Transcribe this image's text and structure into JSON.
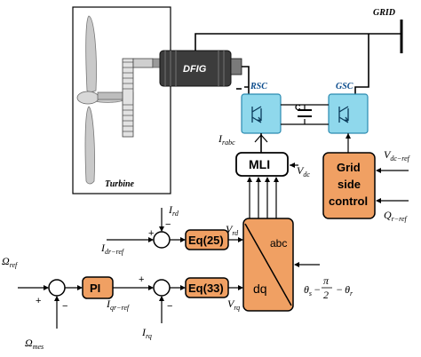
{
  "labels": {
    "grid": "GRID",
    "dfig": "DFIG",
    "turbine": "Turbine",
    "rsc": "RSC",
    "gsc": "GSC",
    "capacitor": "C",
    "mli": "MLI",
    "grid_side_control_line1": "Grid",
    "grid_side_control_line2": "side",
    "grid_side_control_line3": "control",
    "eq25": "Eq(25)",
    "eq33": "Eq(33)",
    "pi": "PI",
    "abc": "abc",
    "dq": "dq"
  },
  "signals": {
    "i_rabc": {
      "main": "I",
      "sub": "rabc"
    },
    "v_dc": {
      "main": "V",
      "sub": "dc"
    },
    "v_dc_ref": {
      "main": "V",
      "sub": "dc−ref"
    },
    "q_r_ref": {
      "main": "Q",
      "sub": "r−ref"
    },
    "i_rd": {
      "main": "I",
      "sub": "rd"
    },
    "i_dr_ref": {
      "main": "I",
      "sub": "dr−ref"
    },
    "v_rd": {
      "main": "V",
      "sub": "rd"
    },
    "omega_ref": {
      "main": "Ω",
      "sub": "ref"
    },
    "omega_mes": {
      "main": "Ω",
      "sub": "mes"
    },
    "i_qr_ref": {
      "main": "I",
      "sub": "qr−ref"
    },
    "i_rq": {
      "main": "I",
      "sub": "rq"
    },
    "v_rq": {
      "main": "V",
      "sub": "rq"
    },
    "theta": {
      "t1": "θ",
      "t1sub": "s",
      "minus1": "−",
      "pi": "π",
      "two": "2",
      "minus2": "−",
      "t2": "θ",
      "t2sub": "r"
    }
  },
  "signs": {
    "sum_rd_plus": "+",
    "sum_rd_minus": "−",
    "sum_omega_plus": "+",
    "sum_omega_minus": "−",
    "sum_rq_plus": "+",
    "sum_rq_minus": "−"
  },
  "colors": {
    "block_fill": "#f0a063",
    "converter_fill": "#8fd8ec",
    "dfig_fill": "#3c3c3c"
  }
}
